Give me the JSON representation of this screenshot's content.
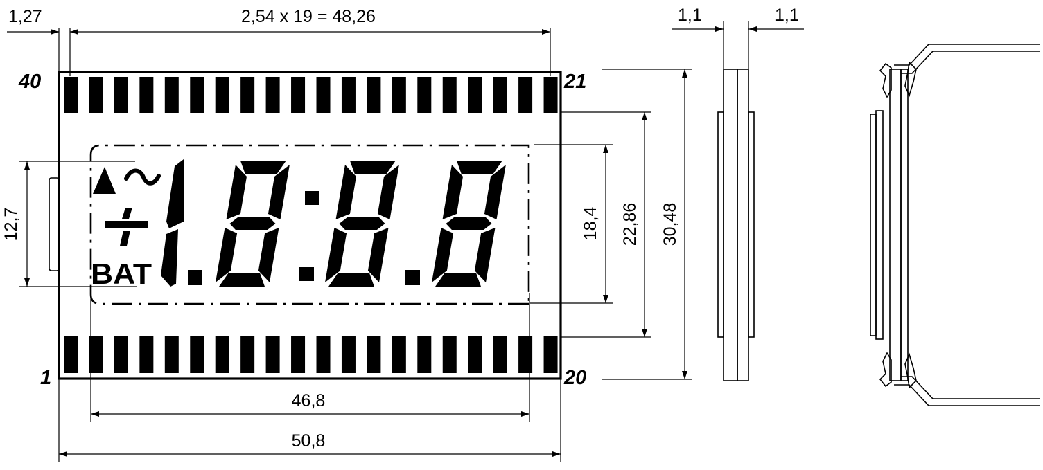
{
  "dimensions": {
    "pitch_edge": "1,27",
    "pin_pitch": "2,54 x 19 = 48,26",
    "view_width": "46,8",
    "total_width": "50,8",
    "digit_height": "12,7",
    "view_height": "18,4",
    "pin_row_spacing": "22,86",
    "total_height": "30,48",
    "glass_left": "1,1",
    "glass_right": "1,1"
  },
  "pin_labels": {
    "top_left": "40",
    "top_right": "21",
    "bottom_left": "1",
    "bottom_right": "20"
  },
  "symbols": {
    "battery": "BAT",
    "arrow_icon": "triangle-up-icon",
    "ac_icon": "tilde-icon",
    "polarity_icon": "plus-minus-icon"
  },
  "display": {
    "digits": [
      "1",
      "8",
      "8",
      "8"
    ],
    "colon": ":",
    "decimal_points": 3
  }
}
